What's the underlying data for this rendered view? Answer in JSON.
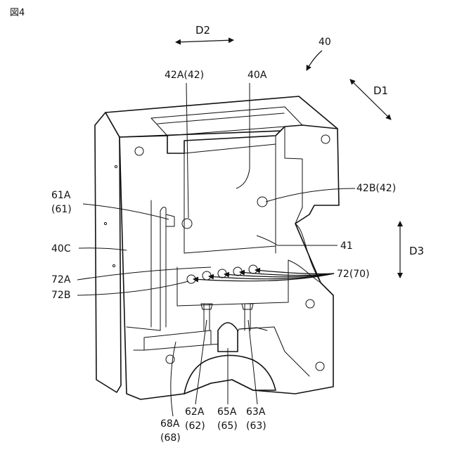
{
  "figure": {
    "title": "図4"
  },
  "directions": {
    "d1": "D1",
    "d2": "D2",
    "d3": "D3"
  },
  "labels": {
    "ref_40": "40",
    "ref_40a": "40A",
    "ref_42a": "42A(42)",
    "ref_42b": "42B(42)",
    "ref_61a": "61A",
    "ref_61": "(61)",
    "ref_40c": "40C",
    "ref_41": "41",
    "ref_72a": "72A",
    "ref_72b": "72B",
    "ref_72_70": "72(70)",
    "ref_68a": "68A",
    "ref_68": "(68)",
    "ref_62a": "62A",
    "ref_62": "(62)",
    "ref_65a": "65A",
    "ref_65": "(65)",
    "ref_63a": "63A",
    "ref_63": "(63)"
  }
}
